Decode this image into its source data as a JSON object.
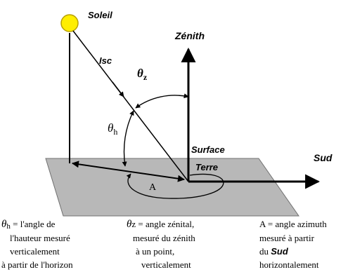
{
  "labels": {
    "sun": "Soleil",
    "isc": "Isc",
    "zenith": "Zénith",
    "theta_symbol": "θ",
    "theta_z_sub": "z",
    "theta_h_sub": "h",
    "surface": "Surface",
    "terre": "Terre",
    "sud": "Sud",
    "azimuth_marker": "A"
  },
  "captions": {
    "left": {
      "symbol": "θ",
      "subscript": "h",
      "line1": " = l'angle de",
      "line2": "l'hauteur mesuré",
      "line3": "verticalement",
      "line4": "à partir de l'horizon"
    },
    "middle": {
      "symbol": "θ",
      "line1": "z = angle zénital,",
      "line2": "mesuré du zénith",
      "line3": "à un point,",
      "line4": "verticalement"
    },
    "right": {
      "line1": "A = angle azimuth",
      "line2": "mesuré à partir",
      "line3_prefix": "du ",
      "line3_emph": "Sud",
      "line4": "horizontalement"
    }
  },
  "colors": {
    "sun_fill": "#ffee00",
    "sun_stroke": "#b8a000",
    "plane_fill": "#b8b8b8",
    "plane_stroke": "#707070",
    "lines": "#000000"
  }
}
